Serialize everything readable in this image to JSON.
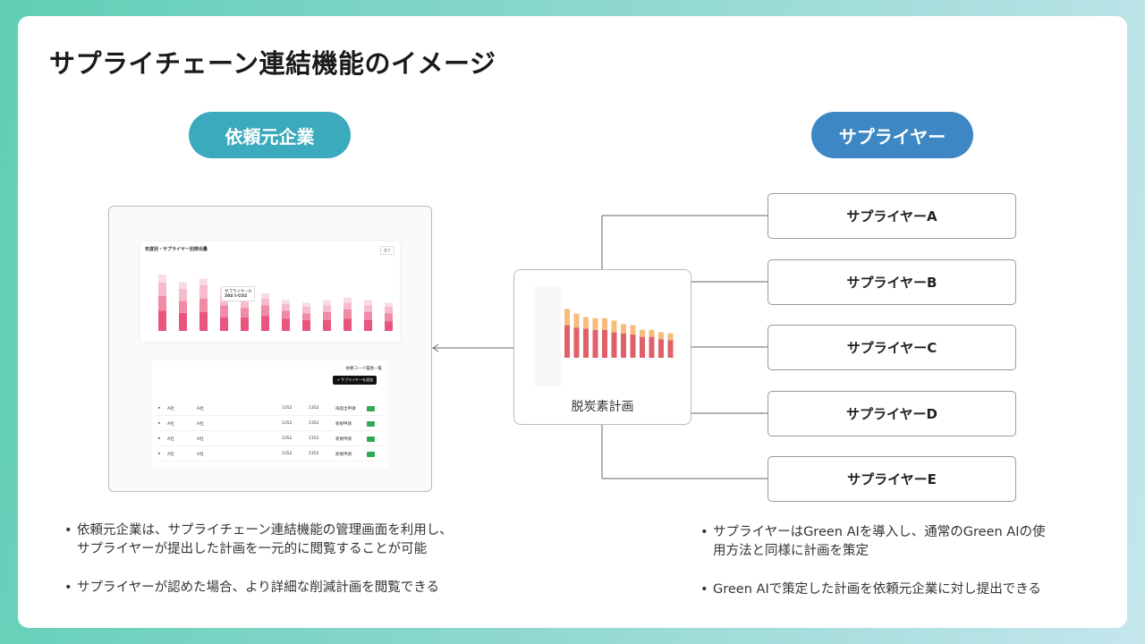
{
  "title": "サプライチェーン連結機能のイメージ",
  "left_pill": "依頼元企業",
  "right_pill": "サプライヤー",
  "colors": {
    "left_pill": "#3aaabc",
    "right_pill": "#3d88c4",
    "bar_dark": "#e9557e",
    "bar_mid": "#f08aa6",
    "bar_light": "#f6bccb",
    "center_dark": "#e0606a",
    "center_light": "#f6bc7a"
  },
  "dashboard": {
    "chart_title": "年度別・サプライヤー別排出量",
    "select": "全て",
    "tooltip": {
      "name": "サプライヤーA",
      "value": "204 t-CO2"
    },
    "bars": [
      [
        30,
        22,
        20,
        12
      ],
      [
        27,
        18,
        18,
        10
      ],
      [
        28,
        20,
        20,
        10
      ],
      [
        20,
        18,
        14,
        10
      ],
      [
        20,
        14,
        14,
        10
      ],
      [
        22,
        16,
        10,
        8
      ],
      [
        18,
        12,
        10,
        6
      ],
      [
        16,
        10,
        10,
        6
      ],
      [
        16,
        12,
        10,
        8
      ],
      [
        18,
        14,
        10,
        8
      ],
      [
        16,
        12,
        10,
        8
      ],
      [
        14,
        12,
        10,
        6
      ]
    ],
    "table": {
      "add_button": "+ サプライヤーを追加",
      "history_link": "依頼コード履歴一覧",
      "rows": [
        {
          "company": "A社",
          "supplier": "A社",
          "value1": "1352",
          "value2": "1352",
          "status": "再提出申請"
        },
        {
          "company": "A社",
          "supplier": "A社",
          "value1": "1352",
          "value2": "1352",
          "status": "新規申請"
        },
        {
          "company": "A社",
          "supplier": "A社",
          "value1": "1352",
          "value2": "1352",
          "status": "新規申請"
        },
        {
          "company": "A社",
          "supplier": "A社",
          "value1": "1352",
          "value2": "1352",
          "status": "新規申請"
        }
      ]
    }
  },
  "center_card": {
    "label": "脱炭素計画",
    "bars": [
      [
        28,
        14
      ],
      [
        26,
        12
      ],
      [
        25,
        10
      ],
      [
        24,
        10
      ],
      [
        24,
        10
      ],
      [
        22,
        10
      ],
      [
        21,
        8
      ],
      [
        20,
        8
      ],
      [
        18,
        6
      ],
      [
        18,
        6
      ],
      [
        16,
        6
      ],
      [
        15,
        6
      ]
    ]
  },
  "suppliers": [
    "サプライヤーA",
    "サプライヤーB",
    "サプライヤーC",
    "サプライヤーD",
    "サプライヤーE"
  ],
  "left_bullets": [
    "依頼元企業は、サプライチェーン連結機能の管理画面を利用し、",
    "サプライヤーが提出した計画を一元的に閲覧することが可能",
    "サプライヤーが認めた場合、より詳細な削減計画を閲覧できる"
  ],
  "right_bullets": [
    "サプライヤーはGreen AIを導入し、通常のGreen AIの使",
    "用方法と同様に計画を策定",
    "Green AIで策定した計画を依頼元企業に対し提出できる"
  ]
}
